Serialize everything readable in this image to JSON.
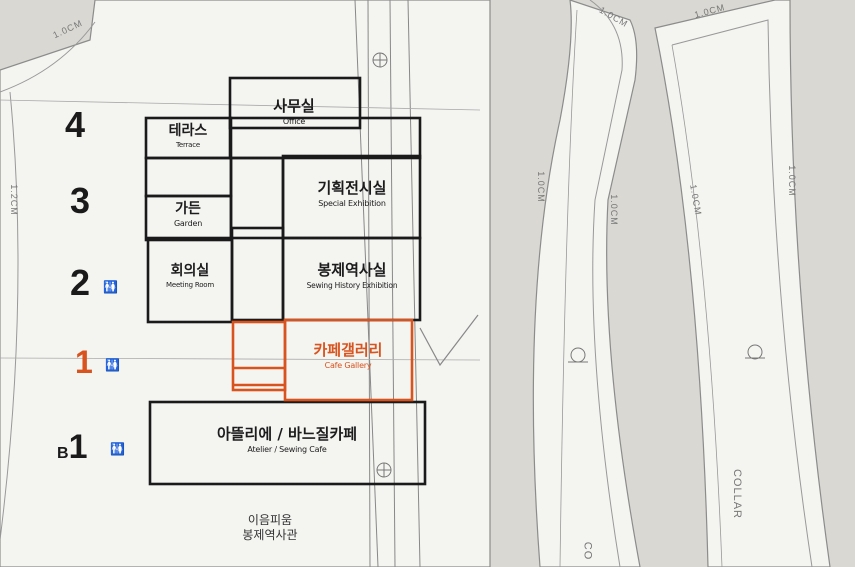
{
  "floors": [
    {
      "label": "4",
      "color": "#1a1a1a"
    },
    {
      "label": "3",
      "color": "#1a1a1a"
    },
    {
      "label": "2",
      "color": "#1a1a1a",
      "restroom_icon": "restroom-icon"
    },
    {
      "label": "1",
      "color": "#d9531e",
      "restroom_icon": "restroom-icon"
    },
    {
      "label": "B1",
      "color": "#1a1a1a",
      "restroom_icon": "restroom-icon"
    }
  ],
  "rooms": {
    "office": {
      "ko": "사무실",
      "en": "Office"
    },
    "terrace": {
      "ko": "테라스",
      "en": "Terrace"
    },
    "special_exhibition": {
      "ko": "기획전시실",
      "en": "Special Exhibition"
    },
    "garden": {
      "ko": "가든",
      "en": "Garden"
    },
    "meeting_room": {
      "ko": "회의실",
      "en": "Meeting Room"
    },
    "sewing_history": {
      "ko": "봉제역사실",
      "en": "Sewing History Exhibition"
    },
    "cafe_gallery": {
      "ko": "카페갤러리",
      "en": "Cafe Gallery"
    },
    "atelier": {
      "ko": "아뜰리에 / 바느질카페",
      "en": "Atelier / Sewing Cafe"
    }
  },
  "museum_name": {
    "line1": "이음피움",
    "line2": "봉제역사관"
  },
  "pattern_marks": {
    "seam_allowances": [
      "1.0CM",
      "1.2CM",
      "1.0CM",
      "1.0CM",
      "1.0CM",
      "1.0CM"
    ],
    "collar_label": "COLLAR",
    "collar_label_2": "CO"
  },
  "colors": {
    "accent": "#d9531e",
    "ink": "#1c1c1c",
    "paper": "#f4f4f1",
    "background": "#d9d8d3"
  }
}
